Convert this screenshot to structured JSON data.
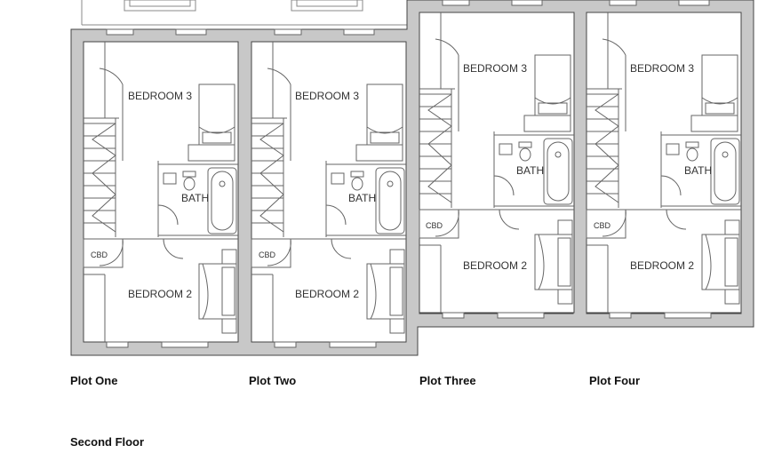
{
  "plots": [
    {
      "name": "Plot One",
      "rooms": {
        "bedroom3": "BEDROOM 3",
        "bath": "BATH",
        "cbd": "CBD",
        "bedroom2": "BEDROOM 2"
      }
    },
    {
      "name": "Plot Two",
      "rooms": {
        "bedroom3": "BEDROOM 3",
        "bath": "BATH",
        "cbd": "CBD",
        "bedroom2": "BEDROOM 2"
      }
    },
    {
      "name": "Plot Three",
      "rooms": {
        "bedroom3": "BEDROOM 3",
        "bath": "BATH",
        "cbd": "CBD",
        "bedroom2": "BEDROOM 2"
      }
    },
    {
      "name": "Plot Four",
      "rooms": {
        "bedroom3": "BEDROOM 3",
        "bath": "BATH",
        "cbd": "CBD",
        "bedroom2": "BEDROOM 2"
      }
    }
  ],
  "floor_label": "Second Floor",
  "colors": {
    "wall": "#c8c8c8",
    "outline": "#444444",
    "line": "#666666"
  }
}
